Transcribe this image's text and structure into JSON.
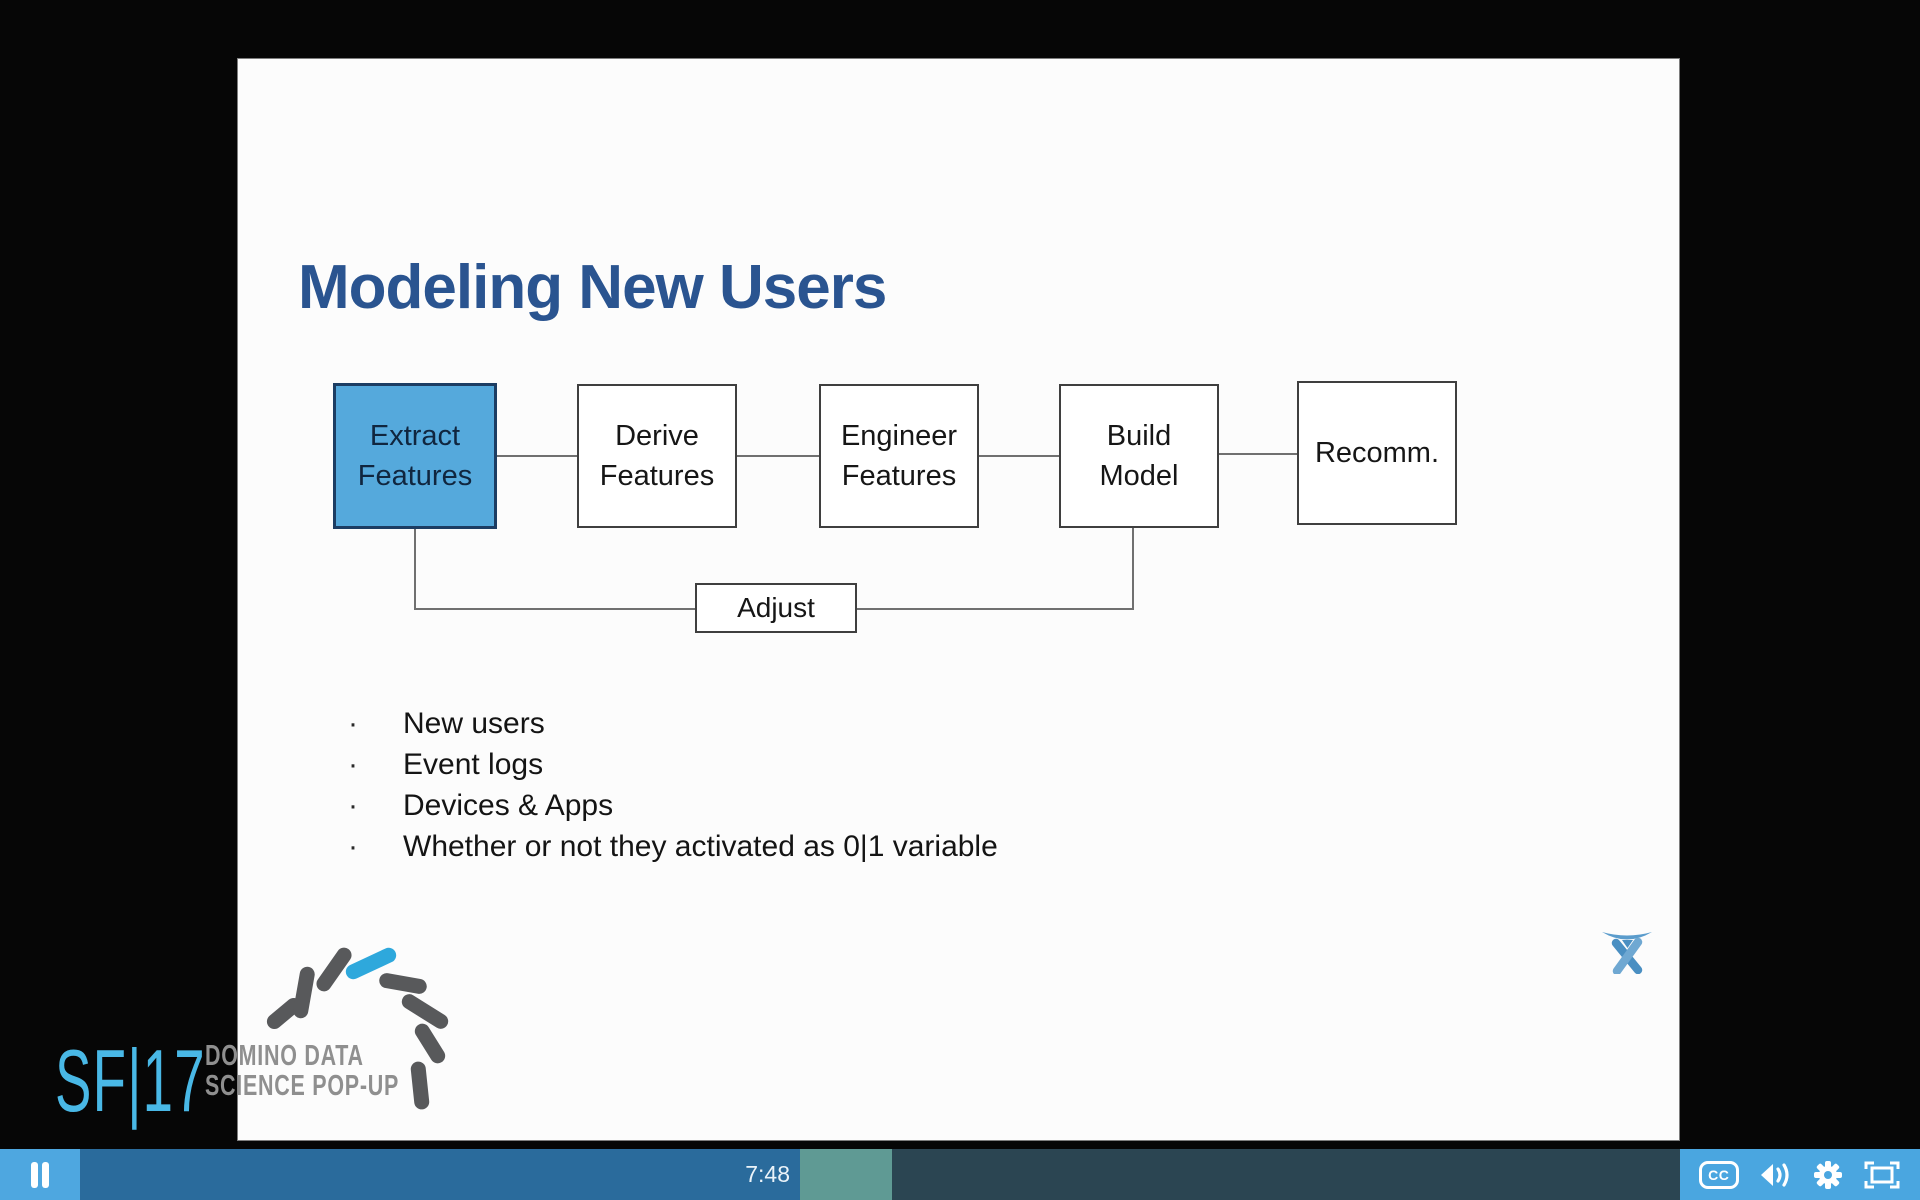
{
  "slide": {
    "title": "Modeling New Users",
    "flowchart": {
      "boxes": [
        {
          "label": "Extract Features",
          "highlighted": true
        },
        {
          "label": "Derive Features",
          "highlighted": false
        },
        {
          "label": "Engineer Features",
          "highlighted": false
        },
        {
          "label": "Build Model",
          "highlighted": false
        },
        {
          "label": "Recomm.",
          "highlighted": false
        }
      ],
      "feedback_label": "Adjust"
    },
    "bullets": [
      "New users",
      "Event logs",
      "Devices & Apps",
      "Whether or not they activated as 0|1 variable"
    ],
    "bullet_glyph": "·",
    "branding": {
      "event": "SF|17",
      "line1": "DOMINO DATA",
      "line2": "SCIENCE POP-UP"
    }
  },
  "player": {
    "current_time": "7:48",
    "progress": {
      "played_percent": 41.7,
      "buffered_percent": 4.8
    },
    "controls": {
      "cc_label": "CC"
    }
  },
  "colors": {
    "title_blue": "#2a5490",
    "box_highlight_fill": "#55a9dc",
    "box_highlight_border": "#1c3d63",
    "bar_dark": "#2b4552",
    "bar_played": "#2a6b9c",
    "bar_buffered": "#5f9a94",
    "bar_accent_blue": "#4aa6e0",
    "sf17_blue": "#49b8e6",
    "domino_gray": "#8f8f8f",
    "rod_gray": "#58595b",
    "rod_blue": "#2ea8dc",
    "atlassian_blue": "#4a8fc2"
  }
}
